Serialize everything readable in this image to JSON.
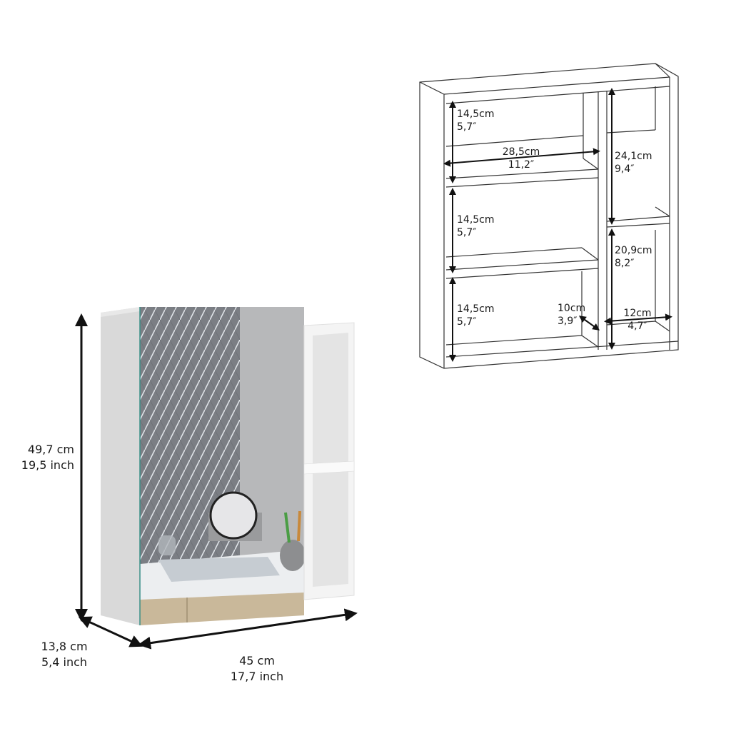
{
  "product_view": {
    "dimensions": {
      "height": {
        "cm": "49,7 cm",
        "inch": "19,5 inch"
      },
      "depth": {
        "cm": "13,8 cm",
        "inch": "5,4 inch"
      },
      "width": {
        "cm": "45 cm",
        "inch": "17,7 inch"
      }
    }
  },
  "line_drawing": {
    "dimensions": {
      "top_shelf_height": {
        "cm": "14,5cm",
        "inch": "5,7″"
      },
      "inner_width": {
        "cm": "28,5cm",
        "inch": "11,2″"
      },
      "middle_shelf_height": {
        "cm": "14,5cm",
        "inch": "5,7″"
      },
      "bottom_shelf_height": {
        "cm": "14,5cm",
        "inch": "5,7″"
      },
      "inner_depth": {
        "cm": "10cm",
        "inch": "3,9″"
      },
      "right_upper_height": {
        "cm": "24,1cm",
        "inch": "9,4″"
      },
      "right_lower_height": {
        "cm": "20,9cm",
        "inch": "8,2″"
      },
      "right_width": {
        "cm": "12cm",
        "inch": "4,7″"
      }
    }
  },
  "colors": {
    "cabinet_white": "#f2f2f2",
    "cabinet_side": "#c8c8c8",
    "mirror_tile": "#7a7d82",
    "wall": "#b9babc",
    "wood": "#c9b89a",
    "line": "#333333"
  }
}
